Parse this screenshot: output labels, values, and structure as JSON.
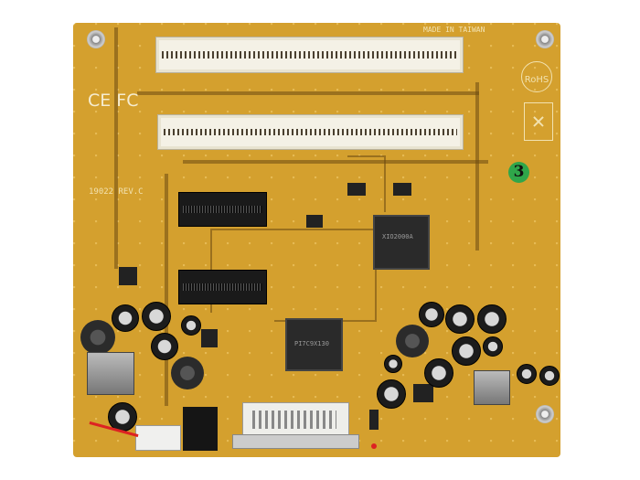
{
  "board": {
    "color": "#d4a02e",
    "made_in": "MADE IN TAIWAN",
    "revision": "19022 REV.C",
    "certifications": "CE FC",
    "rohs": "RoHS",
    "slot_number": "3"
  },
  "chips": {
    "upper": "XIO2000A",
    "lower": "PI7C9X130"
  },
  "icons": [
    "screw-hole-icon",
    "rohs-icon",
    "weee-bin-icon",
    "ce-fcc-icon"
  ]
}
